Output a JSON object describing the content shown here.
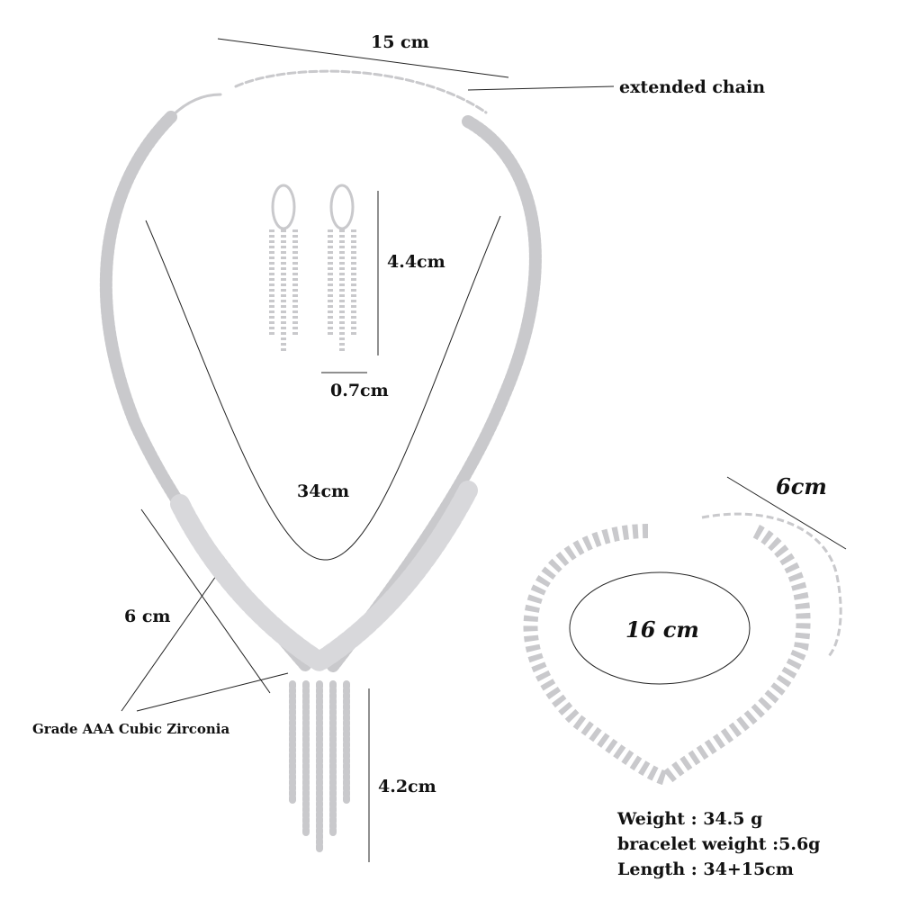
{
  "labels": {
    "chain_width": "15 cm",
    "extended_chain": "extended chain",
    "earring_height": "4.4cm",
    "earring_width": "0.7cm",
    "necklace_length": "34cm",
    "pendant_width": "6 cm",
    "material": "Grade AAA Cubic Zirconia",
    "tassel_length": "4.2cm",
    "bracelet_extension": "6cm",
    "bracelet_length": "16 cm"
  },
  "specs": {
    "weight": "Weight : 34.5 g",
    "bracelet_weight": "bracelet weight :5.6g",
    "length": "Length : 34+15cm"
  },
  "colors": {
    "silver": "#c9c9cc",
    "line": "#222222"
  }
}
